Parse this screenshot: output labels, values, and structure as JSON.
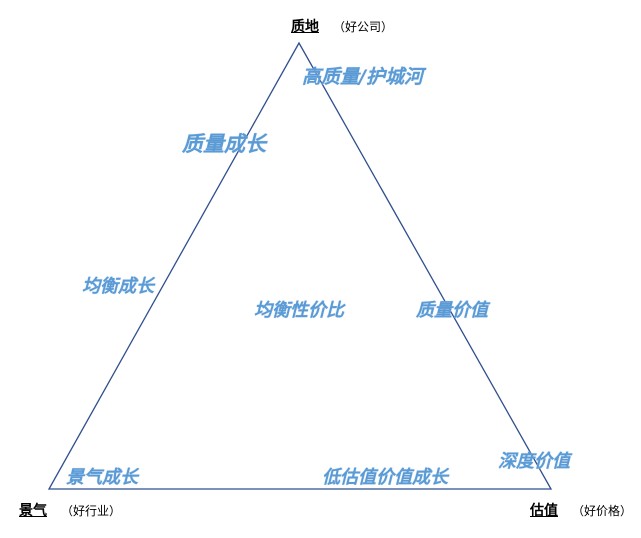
{
  "vertices": {
    "top": {
      "label": "质地",
      "note": "（好公司）"
    },
    "left": {
      "label": "景气",
      "note": "（好行业）"
    },
    "right": {
      "label": "估值",
      "note": "（好价格）"
    }
  },
  "zones": [
    "高质量/护城河",
    "质量成长",
    "均衡成长",
    "均衡性价比",
    "质量价值",
    "深度价值",
    "景气成长",
    "低估值价值成长"
  ],
  "colors": {
    "zone_text": "#5b9bd5",
    "triangle": "#2f4f8f"
  }
}
